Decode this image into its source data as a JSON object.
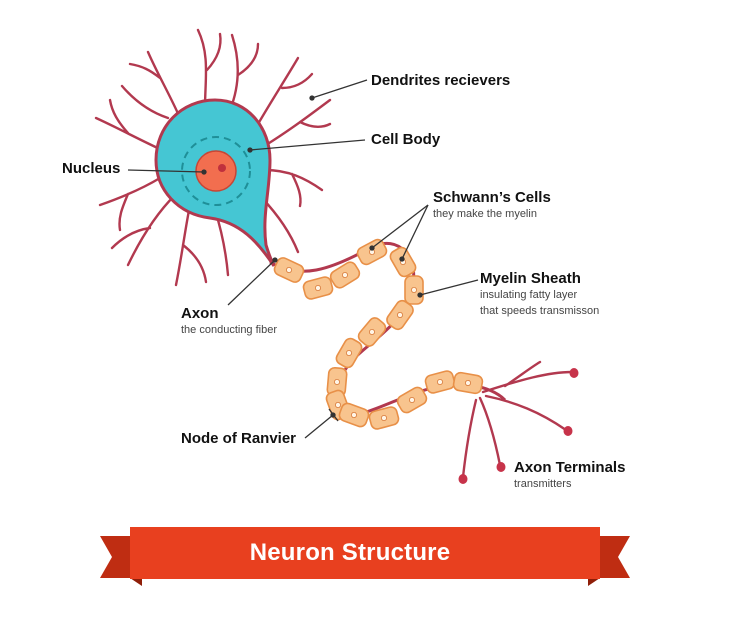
{
  "title": "Neuron Structure",
  "colors": {
    "cell_body": "#45c6d3",
    "cell_body_outline": "#b2394f",
    "dendrite": "#b2394f",
    "nucleus": "#f26e4f",
    "myelin": "#f8c48e",
    "myelin_outline": "#e89048",
    "banner": "#e8401f",
    "banner_tail": "#bf2d12",
    "leader_line": "#333333"
  },
  "labels": {
    "dendrites": {
      "title": "Dendrites recievers"
    },
    "cell_body": {
      "title": "Cell Body"
    },
    "nucleus": {
      "title": "Nucleus"
    },
    "schwann": {
      "title": "Schwann’s Cells",
      "subtitle": "they make the myelin"
    },
    "myelin": {
      "title": "Myelin Sheath",
      "subtitle_1": "insulating fatty layer",
      "subtitle_2": "that speeds transmisson"
    },
    "axon": {
      "title": "Axon",
      "subtitle": "the conducting fiber"
    },
    "node": {
      "title": "Node of Ranvier"
    },
    "terminals": {
      "title": "Axon Terminals",
      "subtitle": "transmitters"
    }
  }
}
